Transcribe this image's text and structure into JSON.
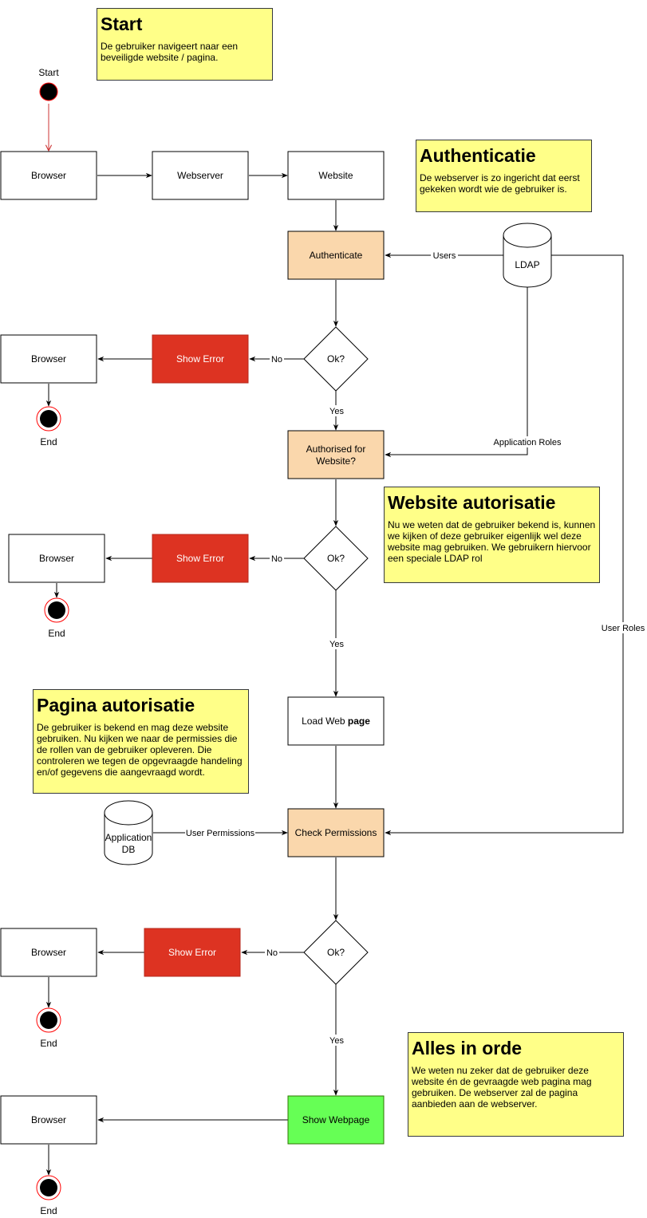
{
  "notes": {
    "start": {
      "title": "Start",
      "body": "De gebruiker navigeert naar een beveiligde website / pagina."
    },
    "auth": {
      "title": "Authenticatie",
      "body": "De webserver is zo ingericht dat eerst gekeken wordt wie de gebruiker is."
    },
    "website": {
      "title": "Website autorisatie",
      "body": "Nu we weten dat de gebruiker bekend is, kunnen we kijken of deze gebruiker eigenlijk wel deze website mag gebruiken. We gebruikern hiervoor een speciale LDAP rol"
    },
    "page": {
      "title": "Pagina autorisatie",
      "body": "De gebruiker is bekend en mag deze website gebruiken. Nu kijken we naar de permissies die de rollen van de gebruiker opleveren. Die controleren we tegen de opgevraagde handeling en/of gegevens die aangevraagd wordt."
    },
    "done": {
      "title": "Alles in orde",
      "body": "We weten nu zeker dat de gebruiker deze website én de gevraagde web pagina mag gebruiken. De webserver zal de pagina aanbieden aan de webserver."
    }
  },
  "nodes": {
    "start_label": "Start",
    "browser": "Browser",
    "webserver": "Webserver",
    "website": "Website",
    "authenticate": "Authenticate",
    "ldap": "LDAP",
    "ok": "Ok?",
    "show_error": "Show Error",
    "end": "End",
    "authorised_line1": "Authorised for",
    "authorised_line2": "Website?",
    "load_web": "Load Web ",
    "load_page": "page",
    "app_db_line1": "Application",
    "app_db_line2": "DB",
    "check_permissions": "Check Permissions",
    "show_webpage": "Show Webpage"
  },
  "edges": {
    "users": "Users",
    "application_roles": "Application Roles",
    "user_roles": "User Roles",
    "user_permissions": "User Permissions",
    "yes": "Yes",
    "no": "No"
  },
  "colors": {
    "process_orange": "#fad7ac",
    "error_red": "#dd3322",
    "success_green": "#66ff55",
    "note_yellow": "#ffff88",
    "start_arrow": "#cc3333"
  }
}
